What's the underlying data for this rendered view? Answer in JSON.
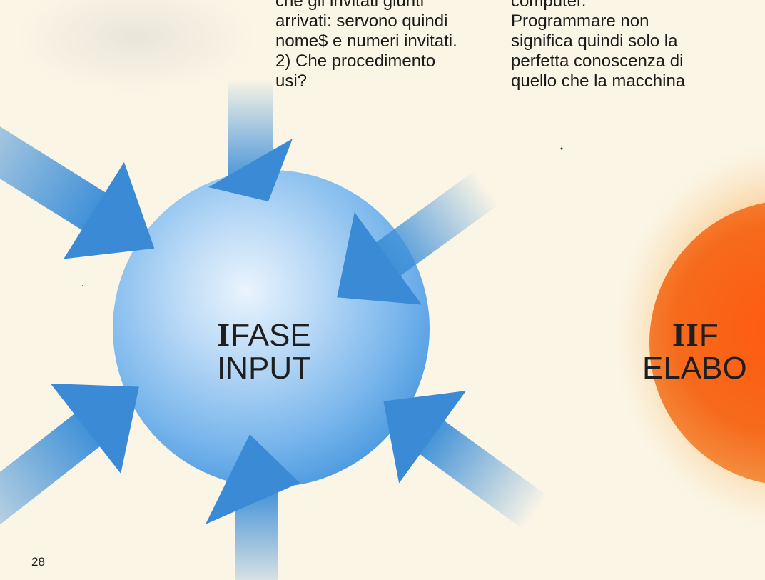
{
  "left_column": {
    "lines": [
      "che gli invitati giunti",
      "arrivati: servono quindi",
      "nome$ e numeri invitati.",
      "2) Che procedimento",
      "usi?"
    ]
  },
  "right_column": {
    "lines": [
      "computer.",
      "Programmare non",
      "significa quindi solo la",
      "perfetta conoscenza di",
      "quello che la macchina"
    ]
  },
  "phase_input": {
    "roman": "I",
    "word": "FASE",
    "line2": "INPUT"
  },
  "phase_processing": {
    "roman": "II",
    "word": "F",
    "line2": "ELABO"
  },
  "page_number": "28",
  "colors": {
    "sphere_blue": "#6aaee8",
    "arrow_blue": "#3d8fd8",
    "sphere_orange": "#f46a1e",
    "paper": "#fbf5e6"
  }
}
